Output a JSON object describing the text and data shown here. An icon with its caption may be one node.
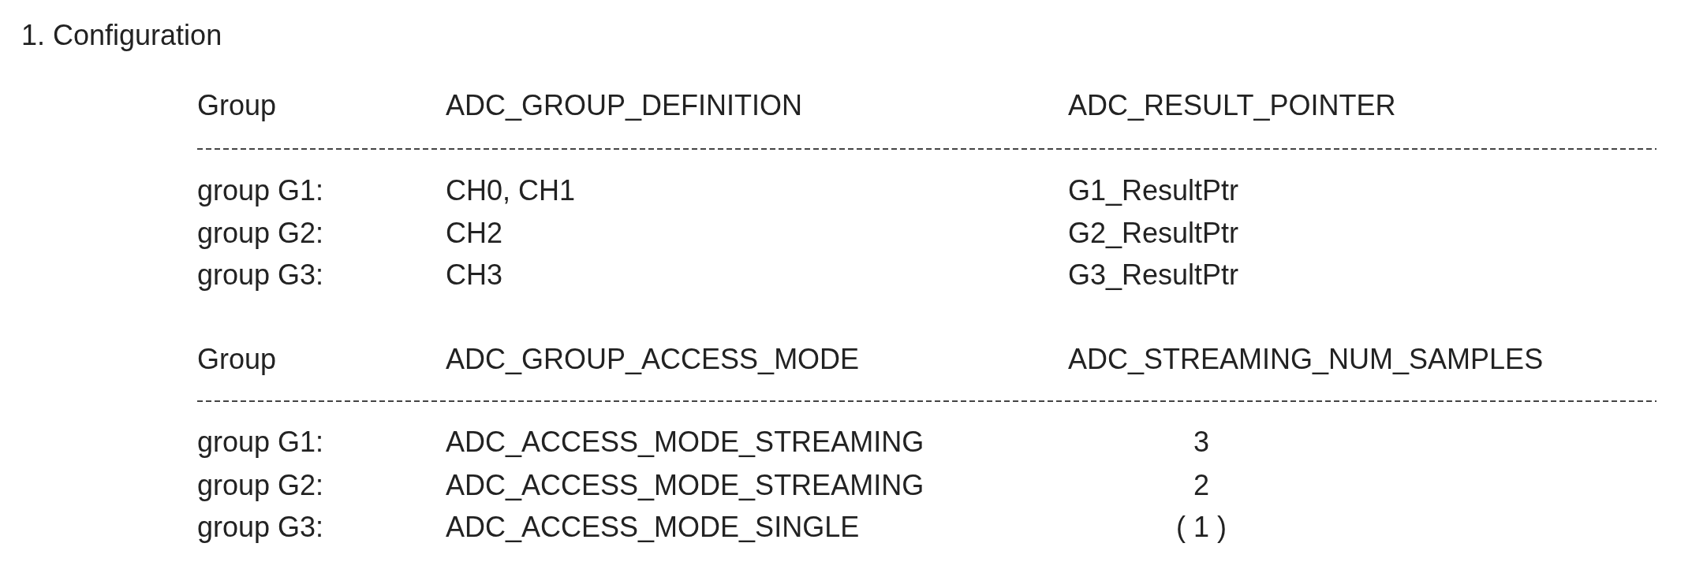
{
  "diagram": {
    "title": "1. Configuration",
    "labels": [
      "Group",
      "ADC_GROUP_DEFINITION",
      "ADC_RESULT_POINTER",
      "group G1:",
      "CH0, CH1",
      "G1_ResultPtr",
      "group G2:",
      "CH2",
      "G2_ResultPtr",
      "group G3:",
      "CH3",
      "G3_ResultPtr",
      "Group",
      "ADC_GROUP_ACCESS_MODE",
      "ADC_STREAMING_NUM_SAMPLES",
      "group G1:",
      "ADC_ACCESS_MODE_STREAMING",
      "3",
      "group G2:",
      "ADC_ACCESS_MODE_STREAMING",
      "2",
      "group G3:",
      "ADC_ACCESS_MODE_SINGLE",
      "( 1 )"
    ]
  }
}
